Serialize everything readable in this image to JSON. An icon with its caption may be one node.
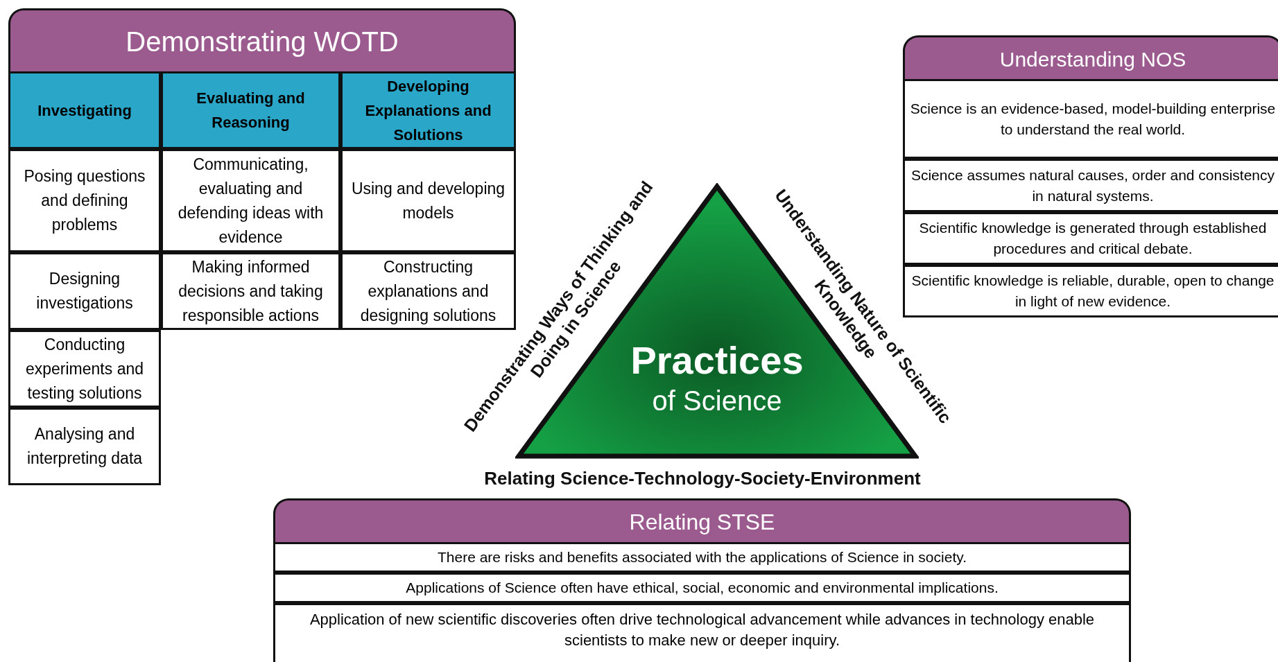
{
  "diagram": {
    "nodes": [
      {
        "text": [
          "Demonstrating WOTD"
        ]
      },
      {
        "text": [
          "Investigating"
        ]
      },
      {
        "text": [
          "Evaluating and Reasoning"
        ]
      },
      {
        "text": [
          "Developing Explanations and Solutions"
        ]
      },
      {
        "text": [
          "Posing questions and defining problems"
        ]
      },
      {
        "text": [
          "Communicating, evaluating and defending ideas with evidence"
        ]
      },
      {
        "text": [
          "Using and developing models"
        ]
      },
      {
        "text": [
          "Designing investigations"
        ]
      },
      {
        "text": [
          "Making informed decisions and taking responsible actions"
        ]
      },
      {
        "text": [
          "Constructing explanations and designing solutions"
        ]
      },
      {
        "text": [
          "Conducting experiments and testing solutions"
        ]
      },
      {
        "text": [
          "Analysing and interpreting data"
        ]
      },
      {
        "text": [
          "Practices",
          "of Science"
        ],
        "beside": [
          "Demonstrating Ways of Thinking and Doing in Science",
          "Understanding Nature of Scientific Knowledge",
          "Relating Science-Technology-Society-Environment"
        ]
      },
      {
        "text": [
          "Understanding NOS"
        ]
      },
      {
        "text": [
          "Science is an evidence-based, model-building enterprise to understand the real world."
        ]
      },
      {
        "text": [
          "Science assumes natural causes, order and consistency in natural systems."
        ]
      },
      {
        "text": [
          "Scientific knowledge is generated through established procedures and critical debate."
        ]
      },
      {
        "text": [
          "Scientific knowledge is reliable, durable, open to change in light of new evidence."
        ]
      },
      {
        "text": [
          "Relating STSE"
        ]
      },
      {
        "text": [
          "There are risks and benefits associated with the applications of Science in society."
        ]
      },
      {
        "text": [
          "Applications of Science often have ethical, social, economic and environmental implications."
        ]
      },
      {
        "text": [
          "Application of new scientific discoveries often drive technological advancement while advances in technology enable scientists to make new or deeper inquiry."
        ]
      }
    ]
  }
}
